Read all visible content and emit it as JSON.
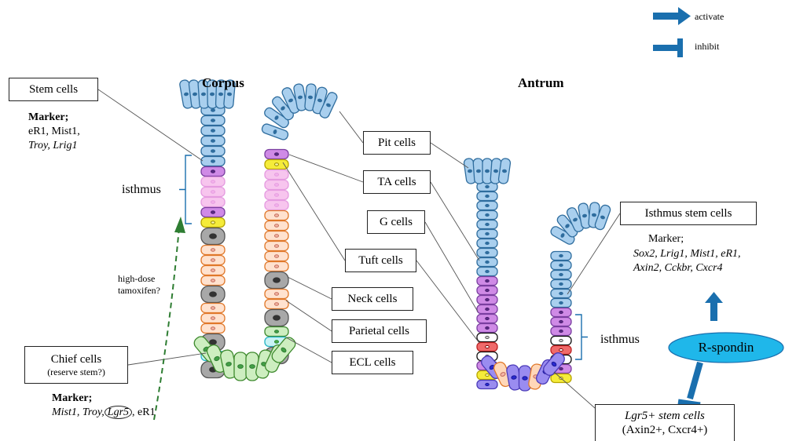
{
  "titles": {
    "corpus": "Corpus",
    "antrum": "Antrum"
  },
  "legend": {
    "activate": "activate",
    "inhibit": "inhibit"
  },
  "colors": {
    "pit": "#a9cfee",
    "pit_stroke": "#2f6d9e",
    "pit_nucleus": "#2f6d9e",
    "isthmus_pink": "#f7c5ee",
    "isthmus_purple": "#cf8ae6",
    "isthmus_purple_stroke": "#7a3fa0",
    "tuft_yellow": "#f5ec3a",
    "neck_orange_stroke": "#e0782a",
    "neck_fill": "#ffe2cf",
    "parietal_gray": "#a8a8a8",
    "ecl_cyan": "#c9f3f5",
    "chief_green": "#cdeec0",
    "chief_stroke": "#3e8a2e",
    "g_red": "#f06a6a",
    "lgr5_blue": "#9a8cf0",
    "arrow_blue": "#1a6fae",
    "rspondin": "#1fb7ea",
    "dashed_green": "#2e7d32"
  },
  "icons": [
    "activate-arrow-icon",
    "inhibit-bar-icon"
  ],
  "labels": {
    "stem_cells": "Stem cells",
    "marker_corpus_title": "Marker;",
    "marker_corpus_line1": "eR1, Mist1,",
    "marker_corpus_line2": "Troy, Lrig1",
    "isthmus_corpus": "isthmus",
    "high_dose": "high-dose",
    "tamoxifen": "tamoxifen?",
    "chief_cells": "Chief cells",
    "chief_reserve": "(reserve stem?)",
    "marker_chief_title": "Marker;",
    "marker_chief_mist1": "Mist1, ",
    "marker_chief_troy": "Troy,",
    "marker_chief_lgr5": "Lgr5",
    "marker_chief_er1": ", eR1",
    "pit_cells": "Pit cells",
    "ta_cells": "TA cells",
    "g_cells": "G cells",
    "tuft_cells": "Tuft cells",
    "neck_cells": "Neck cells",
    "parietal_cells": "Parietal cells",
    "ecl_cells": "ECL cells",
    "isthmus_stem_cells": "Isthmus stem cells",
    "marker_isthmus_title": "Marker;",
    "marker_isthmus_line1": "Sox2, Lrig1, Mist1, eR1,",
    "marker_isthmus_line2": "Axin2, Cckbr, Cxcr4",
    "isthmus_antrum": "isthmus",
    "rspondin": "R-spondin",
    "lgr5_stem_line1": "Lgr5+ stem cells",
    "lgr5_stem_line2": "(Axin2+, Cxcr4+)"
  }
}
